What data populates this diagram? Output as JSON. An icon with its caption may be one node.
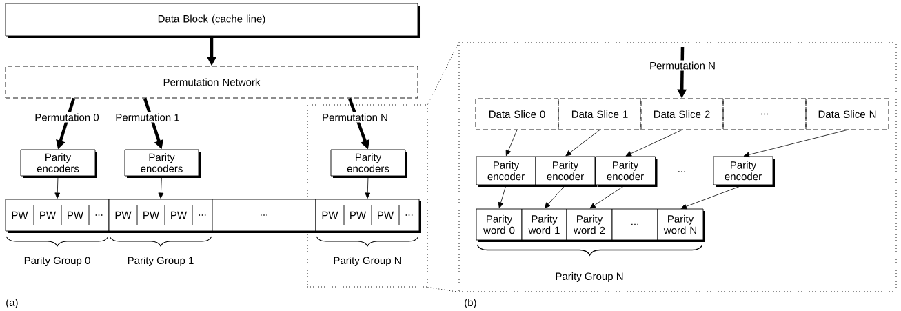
{
  "diagram": {
    "nodes": [
      {
        "text": [
          "Data Block (cache line)"
        ]
      },
      {
        "text": [
          "Permutation Network"
        ]
      },
      {
        "text": [
          "Parity encoders"
        ]
      },
      {
        "text": [
          "Parity encoders"
        ]
      },
      {
        "text": [],
        "shape": "box"
      },
      {
        "text": [
          "Parity encoders"
        ],
        "in": 4
      },
      {
        "text": [
          "PW",
          "PW",
          "PW",
          "..."
        ],
        "beside": [
          "Parity Group 0"
        ]
      },
      {
        "text": [
          "PW",
          "PW",
          "PW",
          "..."
        ],
        "beside": [
          "Parity Group 1"
        ]
      },
      {
        "text": [
          "..."
        ]
      },
      {
        "text": [
          "PW",
          "PW",
          "PW",
          "..."
        ],
        "beside": [
          "Parity Group N"
        ],
        "in": 4
      },
      {
        "text": [],
        "shape": "box"
      },
      {
        "text": [
          "Data Slice 0"
        ],
        "in": 10
      },
      {
        "text": [
          "Data Slice 1"
        ],
        "in": 10
      },
      {
        "text": [
          "Data Slice 2"
        ],
        "in": 10
      },
      {
        "text": [
          "..."
        ],
        "in": 10
      },
      {
        "text": [
          "Data Slice N"
        ],
        "in": 10
      },
      {
        "text": [
          "Parity encoder"
        ],
        "in": 10
      },
      {
        "text": [
          "Parity encoder"
        ],
        "in": 10
      },
      {
        "text": [
          "Parity encoder"
        ],
        "in": 10
      },
      {
        "text": [
          "Parity encoder"
        ],
        "in": 10
      },
      {
        "text": [
          "Parity word 0"
        ],
        "in": 10
      },
      {
        "text": [
          "Parity word 1"
        ],
        "in": 10
      },
      {
        "text": [
          "Parity word 2"
        ],
        "in": 10
      },
      {
        "text": [
          "..."
        ],
        "in": 10
      },
      {
        "text": [
          "Parity word N"
        ],
        "in": 10
      }
    ],
    "edges": [
      {
        "from": 0,
        "to": 1,
        "arrow": "to",
        "style": "thick"
      },
      {
        "from": 1,
        "to": 2,
        "arrow": "to",
        "style": "thick",
        "label": "Permutation 0"
      },
      {
        "from": 1,
        "to": 3,
        "arrow": "to",
        "style": "thick",
        "label": "Permutation 1"
      },
      {
        "from": 1,
        "to": 5,
        "arrow": "to",
        "style": "thick",
        "label": "Permutation N"
      },
      {
        "from": 2,
        "to": 6,
        "arrow": "to"
      },
      {
        "from": 3,
        "to": 7,
        "arrow": "to"
      },
      {
        "from": 5,
        "to": 9,
        "arrow": "to"
      },
      {
        "from": 4,
        "to": 10,
        "arrow": "none",
        "style": "dashed"
      },
      {
        "from": 4,
        "to": 10,
        "arrow": "none",
        "style": "dashed"
      },
      {
        "from": null,
        "to": 13,
        "arrow": "to",
        "style": "thick",
        "label": "Permutation N"
      },
      {
        "from": 11,
        "to": 16,
        "arrow": "to"
      },
      {
        "from": 12,
        "to": 17,
        "arrow": "to"
      },
      {
        "from": 13,
        "to": 18,
        "arrow": "to"
      },
      {
        "from": 15,
        "to": 19,
        "arrow": "to"
      },
      {
        "from": 16,
        "to": 20,
        "arrow": "to"
      },
      {
        "from": 17,
        "to": 21,
        "arrow": "to"
      },
      {
        "from": 18,
        "to": 22,
        "arrow": "to"
      },
      {
        "from": 19,
        "to": 24,
        "arrow": "to"
      }
    ],
    "labels": [
      "...",
      "Parity Group N",
      "(a)",
      "(b)"
    ]
  }
}
